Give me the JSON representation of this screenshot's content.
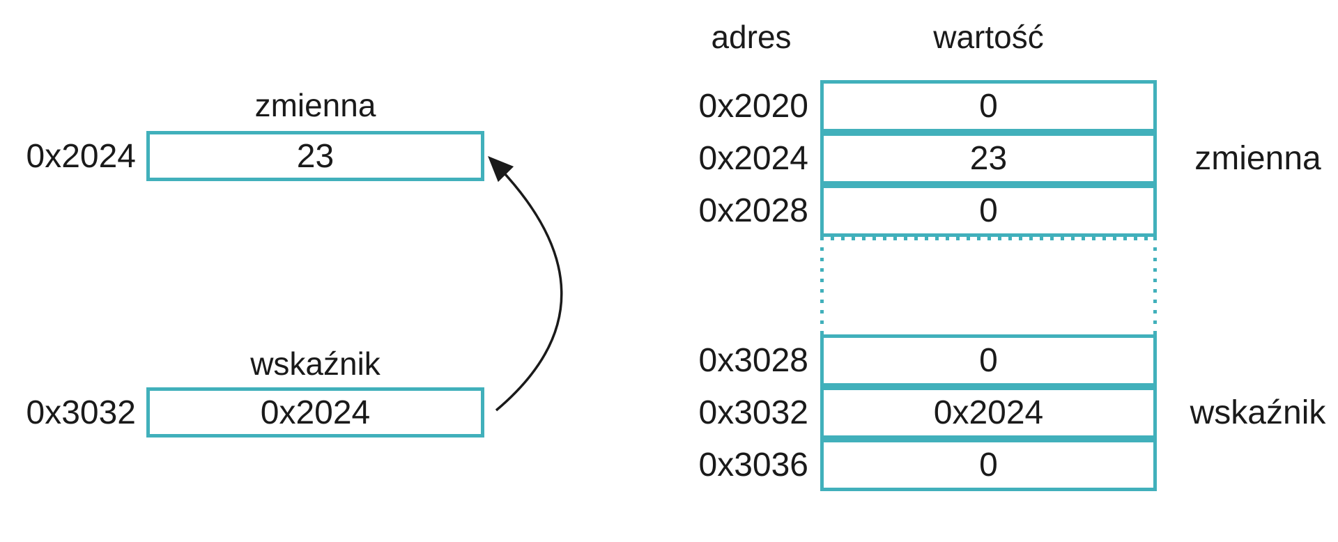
{
  "colors": {
    "accent": "#41b0bb",
    "text": "#1a1a1a"
  },
  "left_diagram": {
    "variable": {
      "label": "zmienna",
      "address": "0x2024",
      "value": "23"
    },
    "pointer": {
      "label": "wskaźnik",
      "address": "0x3032",
      "value": "0x2024"
    },
    "arrow": "curved arrow from pointer cell to variable cell"
  },
  "memory_table": {
    "headers": {
      "address": "adres",
      "value": "wartość"
    },
    "upper_rows": [
      {
        "address": "0x2020",
        "value": "0",
        "side_label": ""
      },
      {
        "address": "0x2024",
        "value": "23",
        "side_label": "zmienna"
      },
      {
        "address": "0x2028",
        "value": "0",
        "side_label": ""
      }
    ],
    "gap": "dotted",
    "lower_rows": [
      {
        "address": "0x3028",
        "value": "0",
        "side_label": ""
      },
      {
        "address": "0x3032",
        "value": "0x2024",
        "side_label": "wskaźnik"
      },
      {
        "address": "0x3036",
        "value": "0",
        "side_label": ""
      }
    ]
  }
}
